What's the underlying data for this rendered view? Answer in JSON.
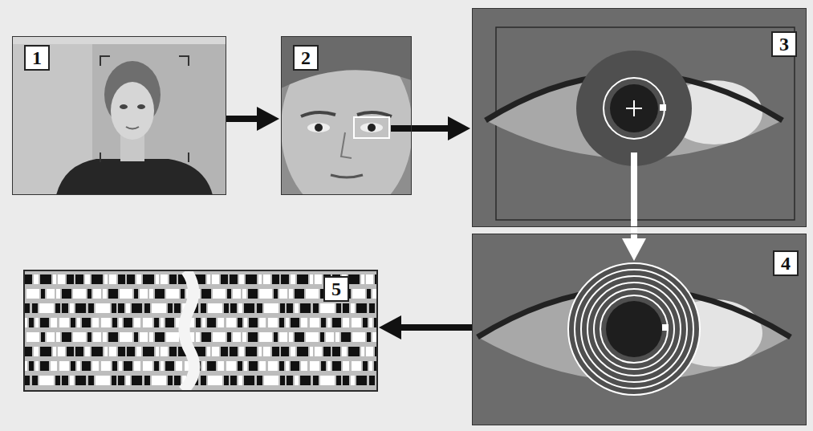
{
  "diagram": {
    "nodes": [
      {
        "text": [
          "1"
        ]
      },
      {
        "text": [
          "2"
        ]
      },
      {
        "text": [
          "3"
        ]
      },
      {
        "text": [
          "4"
        ]
      },
      {
        "text": [
          "5"
        ]
      }
    ],
    "edges": [
      {
        "from": 0,
        "to": 1,
        "arrow": "to"
      },
      {
        "from": 1,
        "to": 2,
        "arrow": "to"
      },
      {
        "from": 2,
        "to": 3,
        "arrow": "to"
      },
      {
        "from": 3,
        "to": 4,
        "arrow": "to"
      }
    ]
  }
}
